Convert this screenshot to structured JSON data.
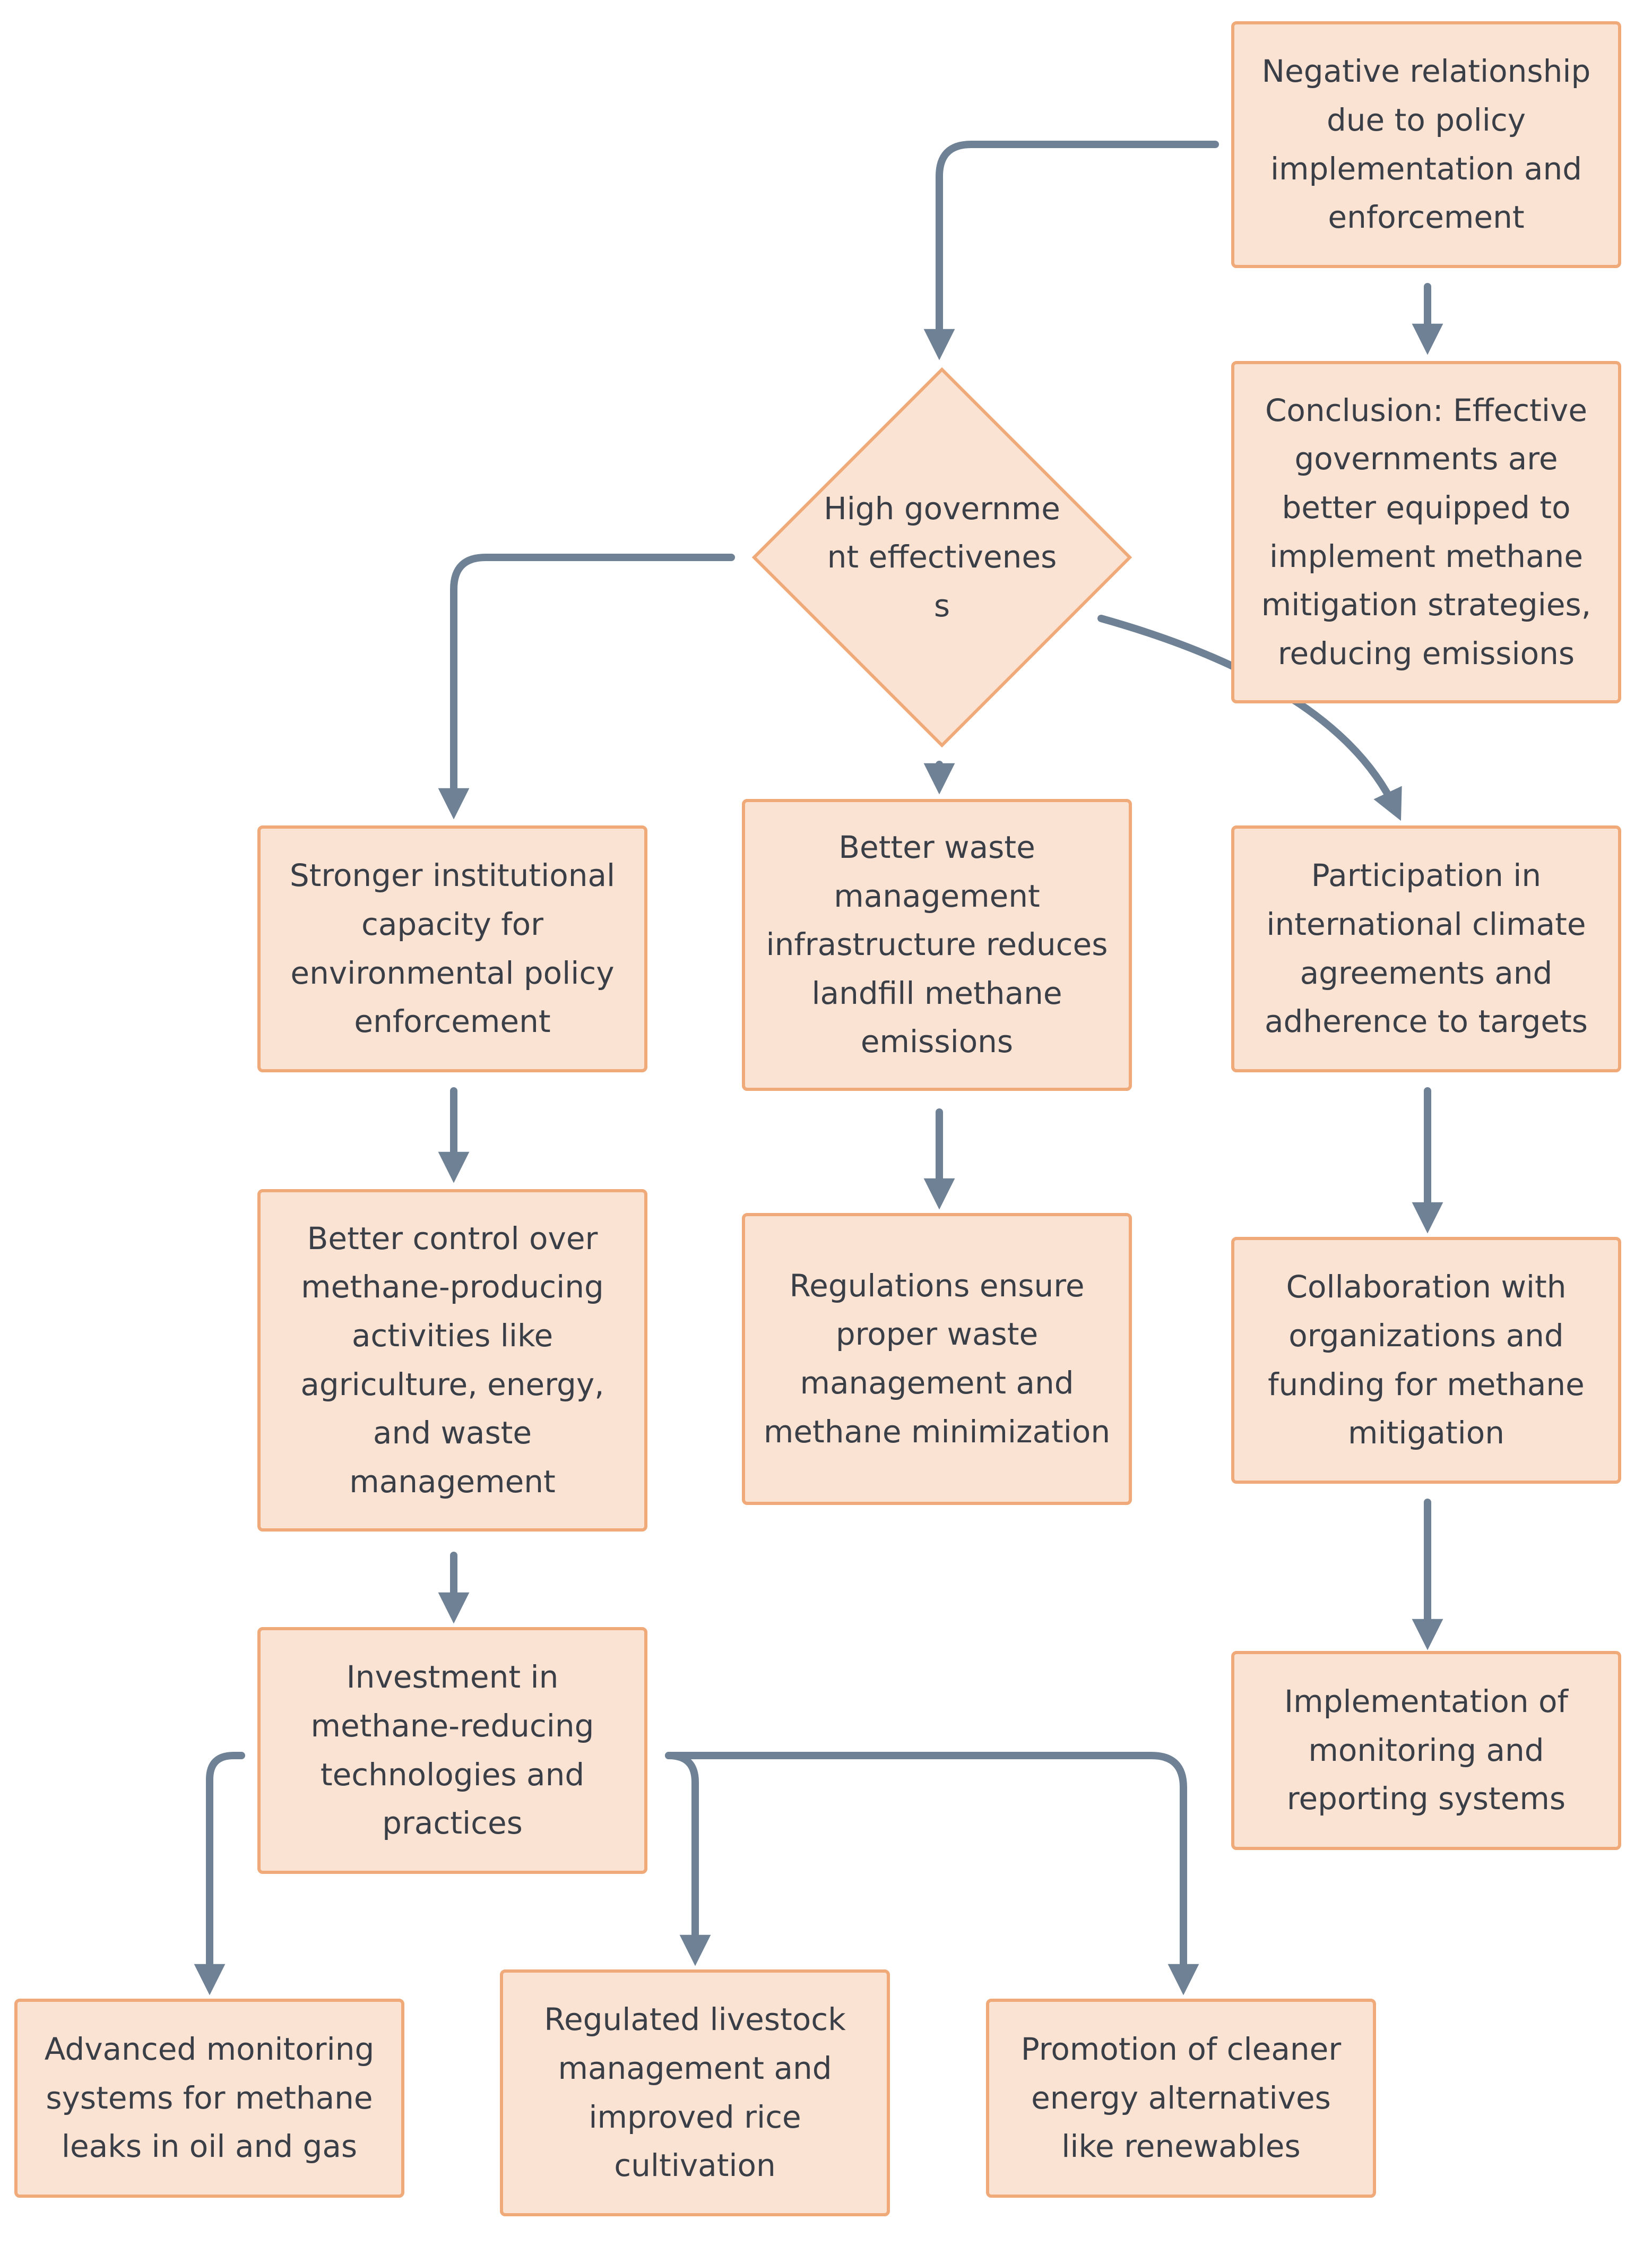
{
  "nodes": {
    "negative_relationship": "Negative relationship due to policy implementation and enforcement",
    "conclusion": "Conclusion: Effective governments are better equipped to implement methane mitigation strategies, reducing emissions",
    "high_gov": "High government effectivenes s",
    "stronger_capacity": "Stronger institutional capacity for environmental policy enforcement",
    "better_waste": "Better waste management infrastructure reduces landfill methane emissions",
    "participation": "Participation in international climate agreements and adherence to targets",
    "better_control": "Better control over methane-producing activities like agriculture, energy, and waste management",
    "regulations": "Regulations ensure proper waste management and methane minimization",
    "collaboration": "Collaboration with organizations and funding for methane mitigation",
    "investment": "Investment in methane-reducing technologies and practices",
    "implementation_monitoring": "Implementation of monitoring and reporting systems",
    "advanced_monitoring": "Advanced monitoring systems for methane leaks in oil and gas",
    "regulated_livestock": "Regulated livestock management and improved rice cultivation",
    "promotion_cleaner": "Promotion of cleaner energy alternatives like renewables"
  },
  "colors": {
    "node_fill": "#fbe3d3",
    "node_border": "#f0a978",
    "arrow": "#6f8195",
    "text": "#3a3f47"
  }
}
